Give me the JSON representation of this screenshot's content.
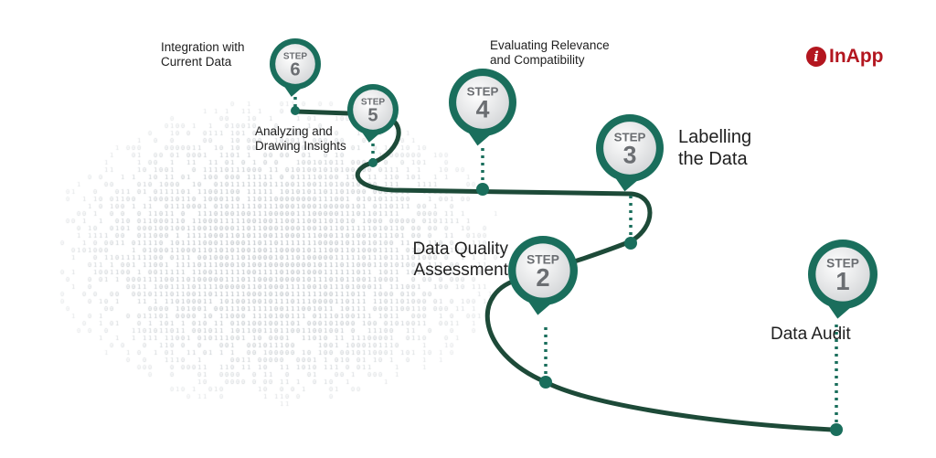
{
  "logo": {
    "text": "InApp",
    "mark": "i"
  },
  "colors": {
    "ring": "#1a6e5c",
    "path": "#1d4a38",
    "logo": "#b3161f",
    "binary": "#b8bec4"
  },
  "step_word": "STEP",
  "steps": [
    {
      "number": "1",
      "label": "Data Audit"
    },
    {
      "number": "2",
      "label": "Data Quality Assessment"
    },
    {
      "number": "3",
      "label": "Labelling the Data"
    },
    {
      "number": "4",
      "label": "Evaluating Relevance and Compatibility"
    },
    {
      "number": "5",
      "label": "Analyzing and Drawing Insights"
    },
    {
      "number": "6",
      "label": "Integration with Current Data"
    }
  ]
}
